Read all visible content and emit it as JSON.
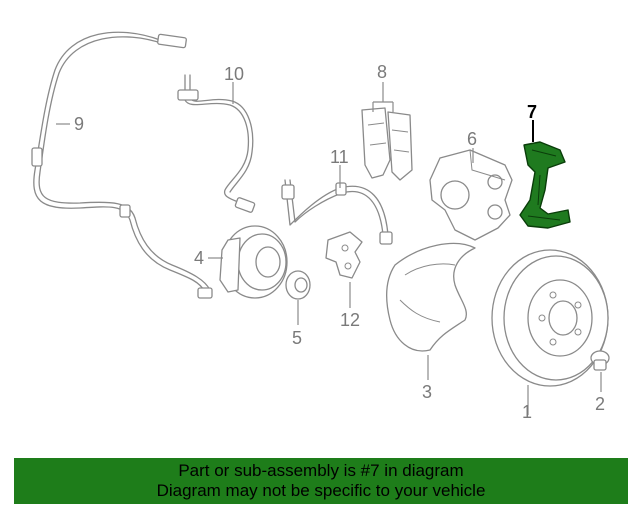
{
  "callouts": {
    "c1": "1",
    "c2": "2",
    "c3": "3",
    "c4": "4",
    "c5": "5",
    "c6": "6",
    "c7": "7",
    "c8": "8",
    "c9": "9",
    "c10": "10",
    "c11": "11",
    "c12": "12"
  },
  "highlight": {
    "part_number": "7",
    "color": "#1e7d1a"
  },
  "banner": {
    "line1": "Part or sub-assembly is #7 in diagram",
    "line2": "Diagram may not be specific to your vehicle"
  }
}
